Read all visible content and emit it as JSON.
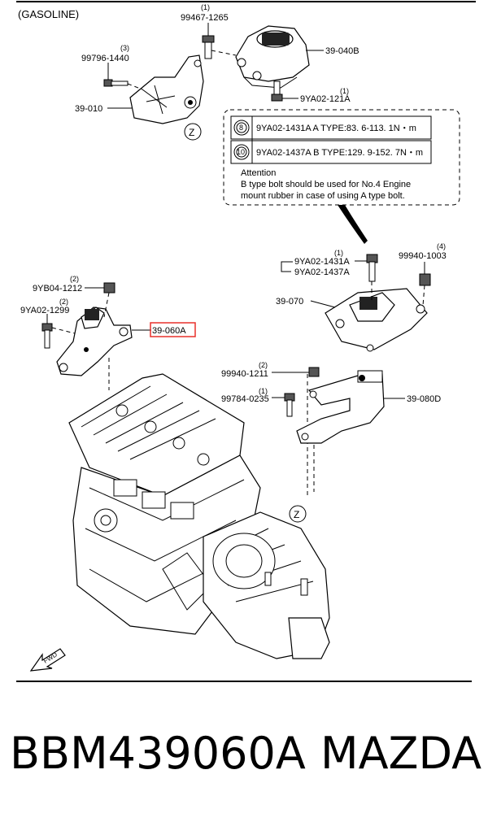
{
  "header": {
    "variant": "(GASOLINE)"
  },
  "labels": {
    "l99467": "99467-1265",
    "l99467_qty": "(1)",
    "l39040": "39-040B",
    "l99796": "99796-1440",
    "l99796_qty": "(3)",
    "l9ya02_121": "9YA02-121A",
    "l9ya02_121_qty": "(1)",
    "l39010": "39-010",
    "z_top": "Z",
    "l9ya02_1431": "9YA02-1431A",
    "l9ya02_1437": "9YA02-1437A",
    "l9ya02_qty": "(1)",
    "l99940_1003": "99940-1003",
    "l99940_1003_qty": "(4)",
    "l9yb04": "9YB04-1212",
    "l9yb04_qty": "(2)",
    "l9ya02_1299": "9YA02-1299",
    "l9ya02_1299_qty": "(2)",
    "l39060": "39-060A",
    "l39070": "39-070",
    "l99940_1211": "99940-1211",
    "l99940_1211_qty": "(2)",
    "l99784": "99784-0235",
    "l99784_qty": "(1)",
    "l39080": "39-080D",
    "z_bottom": "Z",
    "fwd": "FWD"
  },
  "note_box": {
    "row1_circle": "8",
    "row1_text": "9YA02-1431A  A TYPE:83. 6-113. 1N・m",
    "row2_circle": "10",
    "row2_text": "9YA02-1437A  B TYPE:129. 9-152. 7N・m",
    "attention": "Attention",
    "line1": "B type bolt should be used for No.4 Engine",
    "line2": "mount rubber in case of using A type bolt."
  },
  "highlight_color": "#e8302b",
  "footer": {
    "part_number": "BBM439060A",
    "brand": "MAZDA"
  }
}
